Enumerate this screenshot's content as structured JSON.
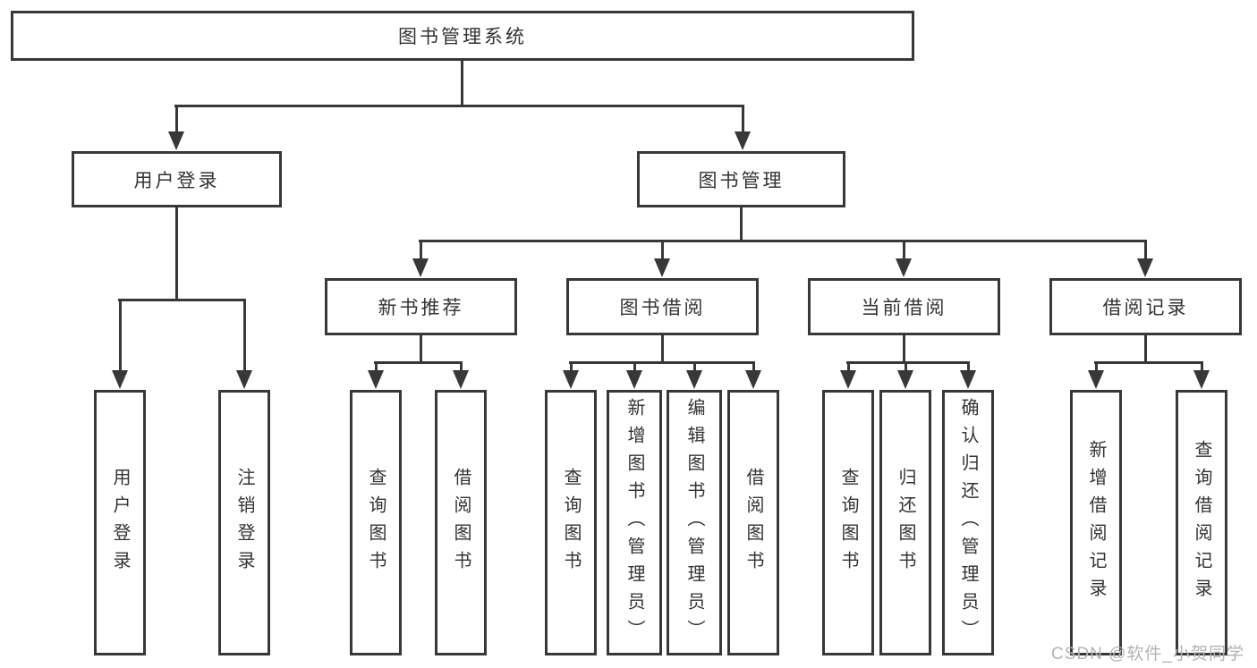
{
  "tree": {
    "root": {
      "label": "图书管理系统"
    },
    "user_login": {
      "label": "用户登录",
      "children": [
        "用户登录",
        "注销登录"
      ]
    },
    "book_mgmt": {
      "label": "图书管理"
    },
    "new_book": {
      "label": "新书推荐",
      "children": [
        "查询图书",
        "借阅图书"
      ]
    },
    "book_borrow": {
      "label": "图书借阅",
      "children": [
        "查询图书",
        "新增图书（管理员）",
        "编辑图书（管理员）",
        "借阅图书"
      ]
    },
    "current_borrow": {
      "label": "当前借阅",
      "children": [
        "查询图书",
        "归还图书",
        "确认归还（管理员）"
      ]
    },
    "borrow_record": {
      "label": "借阅记录",
      "children": [
        "新增借阅记录",
        "查询借阅记录"
      ]
    }
  },
  "watermark": {
    "text": "CSDN @软件_小贺同学"
  },
  "colors": {
    "line": "#383838",
    "text": "#333333",
    "watermark": "#b3b3b3",
    "box_fill": "#ffffff"
  }
}
